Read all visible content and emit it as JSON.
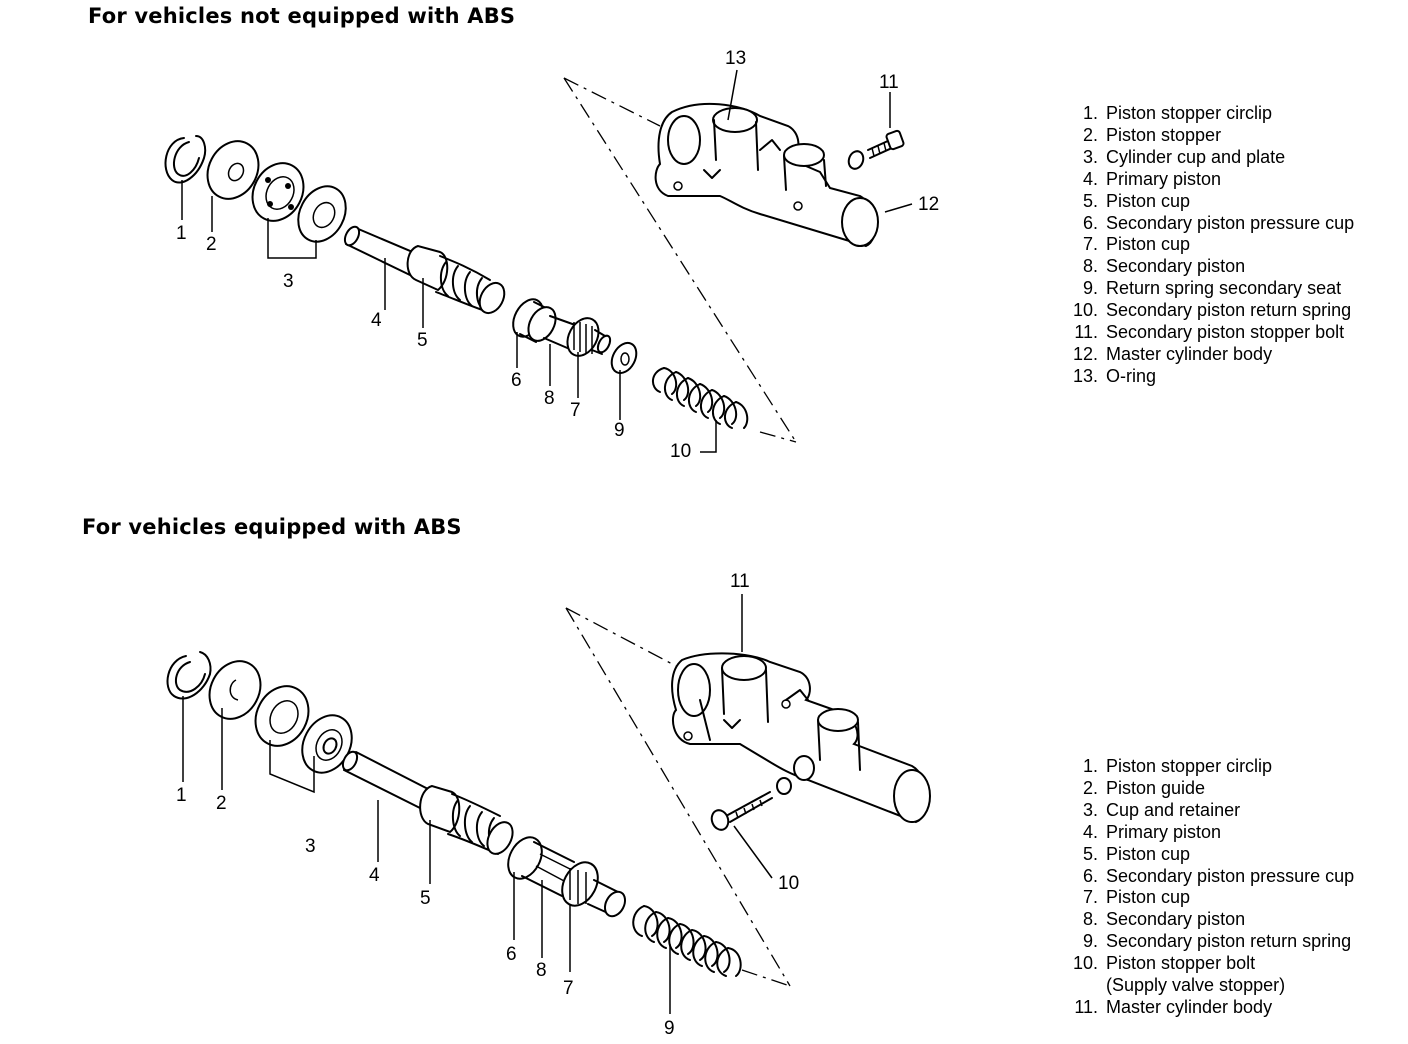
{
  "top": {
    "title": "For vehicles not equipped with ABS",
    "callouts": [
      "1",
      "2",
      "3",
      "4",
      "5",
      "6",
      "7",
      "8",
      "9",
      "10",
      "11",
      "12",
      "13"
    ],
    "legend": [
      {
        "num": "1.",
        "text": "Piston stopper circlip"
      },
      {
        "num": "2.",
        "text": "Piston stopper"
      },
      {
        "num": "3.",
        "text": "Cylinder cup and plate"
      },
      {
        "num": "4.",
        "text": "Primary piston"
      },
      {
        "num": "5.",
        "text": "Piston cup"
      },
      {
        "num": "6.",
        "text": "Secondary piston pressure cup"
      },
      {
        "num": "7.",
        "text": "Piston cup"
      },
      {
        "num": "8.",
        "text": "Secondary piston"
      },
      {
        "num": "9.",
        "text": "Return spring secondary seat"
      },
      {
        "num": "10.",
        "text": "Secondary piston return spring"
      },
      {
        "num": "11.",
        "text": "Secondary piston stopper bolt"
      },
      {
        "num": "12.",
        "text": "Master cylinder body"
      },
      {
        "num": "13.",
        "text": "O-ring"
      }
    ]
  },
  "bottom": {
    "title": "For vehicles equipped with ABS",
    "callouts": [
      "1",
      "2",
      "3",
      "4",
      "5",
      "6",
      "7",
      "8",
      "9",
      "10",
      "11"
    ],
    "legend": [
      {
        "num": "1.",
        "text": "Piston stopper circlip"
      },
      {
        "num": "2.",
        "text": "Piston guide"
      },
      {
        "num": "3.",
        "text": "Cup and retainer"
      },
      {
        "num": "4.",
        "text": "Primary piston"
      },
      {
        "num": "5.",
        "text": "Piston cup"
      },
      {
        "num": "6.",
        "text": "Secondary piston pressure cup"
      },
      {
        "num": "7.",
        "text": "Piston cup"
      },
      {
        "num": "8.",
        "text": "Secondary piston"
      },
      {
        "num": "9.",
        "text": "Secondary piston return spring"
      },
      {
        "num": "10.",
        "text": "Piston stopper bolt"
      },
      {
        "num": "",
        "text": "(Supply valve stopper)"
      },
      {
        "num": "11.",
        "text": "Master cylinder body"
      }
    ]
  }
}
